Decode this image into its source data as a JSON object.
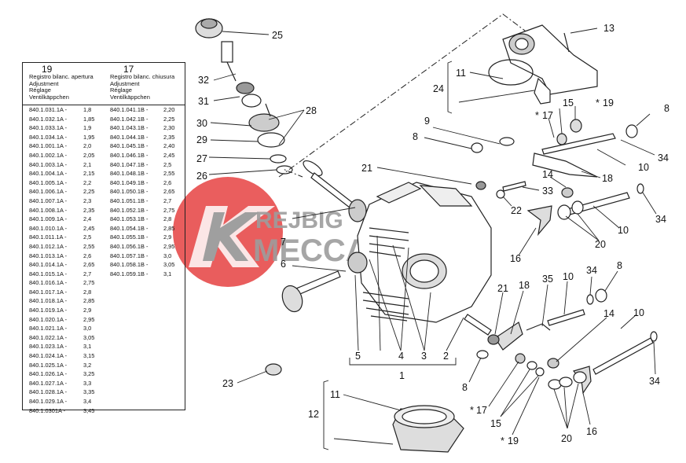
{
  "watermark": {
    "line1": "REJBIG",
    "line2": "MECCANICA",
    "color": "#e53a3a"
  },
  "table": {
    "col1": {
      "number": "19",
      "description": "Registro bilanc. apertura\nAdjustment\nRéglage\nVentilkäppchen"
    },
    "col2": {
      "number": "17",
      "description": "Registro bilanc. chiusura\nAdjustment\nRéglage\nVentilkäppchen"
    },
    "rows": [
      [
        "840.1.031.1A -",
        "1,8",
        "840.1.041.1B -",
        "2,20"
      ],
      [
        "840.1.032.1A -",
        "1,85",
        "840.1.042.1B -",
        "2,25"
      ],
      [
        "840.1.033.1A -",
        "1,9",
        "840.1.043.1B -",
        "2,30"
      ],
      [
        "840.1.034.1A -",
        "1,95",
        "840.1.044.1B -",
        "2,35"
      ],
      [
        "840.1.001.1A -",
        "2,0",
        "840.1.045.1B -",
        "2,40"
      ],
      [
        "840.1.002.1A -",
        "2,05",
        "840.1.046.1B -",
        "2,45"
      ],
      [
        "840.1.003.1A -",
        "2,1",
        "840.1.047.1B -",
        "2,5"
      ],
      [
        "840.1.004.1A -",
        "2,15",
        "840.1.048.1B -",
        "2,55"
      ],
      [
        "840.1.005.1A -",
        "2,2",
        "840.1.049.1B -",
        "2,6"
      ],
      [
        "840.1.006.1A -",
        "2,25",
        "840.1.050.1B -",
        "2,65"
      ],
      [
        "840.1.007.1A -",
        "2,3",
        "840.1.051.1B -",
        "2,7"
      ],
      [
        "840.1.008.1A -",
        "2,35",
        "840.1.052.1B -",
        "2,75"
      ],
      [
        "840.1.009.1A -",
        "2,4",
        "840.1.053.1B -",
        "2,8"
      ],
      [
        "840.1.010.1A -",
        "2,45",
        "840.1.054.1B -",
        "2,85"
      ],
      [
        "840.1.011.1A -",
        "2,5",
        "840.1.055.1B -",
        "2,9"
      ],
      [
        "840.1.012.1A -",
        "2,55",
        "840.1.056.1B -",
        "2,95"
      ],
      [
        "840.1.013.1A -",
        "2,6",
        "840.1.057.1B -",
        "3,0"
      ],
      [
        "840.1.014.1A -",
        "2,65",
        "840.1.058.1B -",
        "3,05"
      ],
      [
        "840.1.015.1A -",
        "2,7",
        "840.1.059.1B -",
        "3,1"
      ],
      [
        "840.1.016.1A -",
        "2,75",
        "",
        ""
      ],
      [
        "840.1.017.1A -",
        "2,8",
        "",
        ""
      ],
      [
        "840.1.018.1A -",
        "2,85",
        "",
        ""
      ],
      [
        "840.1.019.1A -",
        "2,9",
        "",
        ""
      ],
      [
        "840.1.020.1A -",
        "2,95",
        "",
        ""
      ],
      [
        "840.1.021.1A -",
        "3,0",
        "",
        ""
      ],
      [
        "840.1.022.1A -",
        "3,05",
        "",
        ""
      ],
      [
        "840.1.023.1A -",
        "3,1",
        "",
        ""
      ],
      [
        "840.1.024.1A -",
        "3,15",
        "",
        ""
      ],
      [
        "840.1.025.1A -",
        "3,2",
        "",
        ""
      ],
      [
        "840.1.026.1A -",
        "3,25",
        "",
        ""
      ],
      [
        "840.1.027.1A -",
        "3,3",
        "",
        ""
      ],
      [
        "840.1.028.1A -",
        "3,35",
        "",
        ""
      ],
      [
        "840.1.029.1A -",
        "3,4",
        "",
        ""
      ],
      [
        "840.1.0301A -",
        "3,45",
        "",
        ""
      ]
    ]
  },
  "callouts": {
    "c1": "1",
    "c2": "2",
    "c3": "3",
    "c4": "4",
    "c5": "5",
    "c6": "6",
    "c7": "7",
    "c8a": "8",
    "c8b": "8",
    "c8c": "8",
    "c8d": "8",
    "c9": "9",
    "c10a": "10",
    "c10b": "10",
    "c10c": "10",
    "c10d": "10",
    "c11a": "11",
    "c11b": "11",
    "c12": "12",
    "c13": "13",
    "c14a": "14",
    "c14b": "14",
    "c15a": "15",
    "c15b": "15",
    "c16a": "16",
    "c16b": "16",
    "c17a": "17",
    "c17b": "17",
    "c18a": "18",
    "c18b": "18",
    "c19a": "19",
    "c19b": "19",
    "c20a": "20",
    "c20b": "20",
    "c21a": "21",
    "c21b": "21",
    "c22": "22",
    "c23": "23",
    "c24": "24",
    "c25": "25",
    "c26": "26",
    "c27": "27",
    "c28": "28",
    "c29": "29",
    "c30": "30",
    "c31": "31",
    "c32": "32",
    "c33": "33",
    "c34a": "34",
    "c34b": "34",
    "c34c": "34",
    "c34d": "34",
    "c35": "35",
    "star": "*"
  }
}
